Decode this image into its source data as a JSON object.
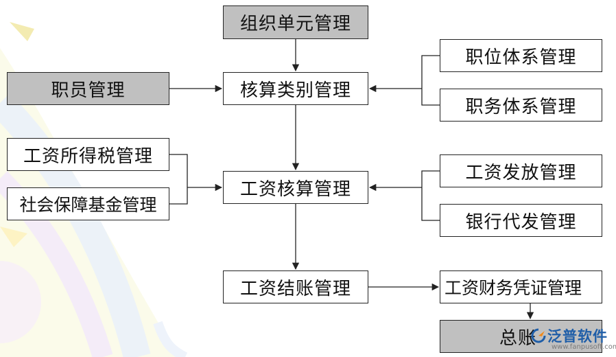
{
  "nodes": {
    "zuzhi": "组织单元管理",
    "zhiyuan": "职员管理",
    "hesuan_leibie": "核算类别管理",
    "zhiwei": "职位体系管理",
    "zhiwu": "职务体系管理",
    "gongzi_suodeshui": "工资所得税管理",
    "shebao_jijin": "社会保障基金管理",
    "gongzi_hesuan": "工资核算管理",
    "gongzi_fafang": "工资发放管理",
    "yinhang_daifa": "银行代发管理",
    "gongzi_jiezhang": "工资结账管理",
    "caiwu_pingzheng": "工资财务凭证管理",
    "zongzhang": "总账"
  },
  "colors": {
    "gray_box": "#c0c0c0",
    "line": "#222222",
    "logo_blue": "#1f5ea8",
    "logo_orange": "#f08a1d"
  },
  "watermark": {
    "name": "泛普软件",
    "url": "www.fanpusoft.com"
  }
}
